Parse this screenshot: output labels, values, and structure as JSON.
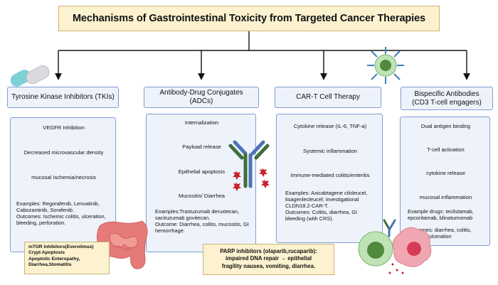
{
  "title": "Mechanisms of Gastrointestinal Toxicity from Targeted Cancer Therapies",
  "columns": [
    {
      "header": "Tyrosine Kinase Inhibitors (TKIs)",
      "steps": [
        "VEGFR Inhibition",
        "Decreased microvascular density",
        "mucosal ischemia/necrosis"
      ],
      "examples": "Examples: Regorafenib, Lenvatinib, Cabozantinib, Sorafenib.",
      "outcomes": "Outcomes: Ischemic colitis, ulceration, bleeding, perforation."
    },
    {
      "header_line1": "Antibody-Drug Conjugates",
      "header_line2": "(ADCs)",
      "steps": [
        "Internalization",
        "Payload release",
        "Epithelial apoptosis",
        "Mucositis/ Diarrhea"
      ],
      "examples": "Examples:Trastuzumab deruxtecan, sacituzumab govitecan.",
      "outcomes": "Outcome: Diarrhea, colitis, mucositis, GI hemorrhage."
    },
    {
      "header": "CAR-T Cell Therapy",
      "steps": [
        "Cytokine release (IL-6, TNF-a)",
        "Systemic inflammation",
        "Immune-mediated colitis/enteritis"
      ],
      "examples": "Examples: Axicabtagene ciloleucel, tisagenlecleucel; investigational CLDN18.2-CAR-T.",
      "outcomes": "Outcomes: Colitis, diarrhea, GI bleeding (with CRS)."
    },
    {
      "header_line1": "Bispecific Antibodies",
      "header_line2": "(CD3 T-cell engagers)",
      "steps": [
        "Dual antigen binding",
        "T-cell activation",
        "cytokine release",
        "mucosal inflammation"
      ],
      "examples": "Example drugs: teclistamab, epcoritamab, blinatumomab",
      "outcomes": "Outcomes: diarrhea, colitis, mucosal ulceration"
    }
  ],
  "mtor_box": {
    "line1": "mTOR Inhibitors(Everolimus)",
    "line2": "Crypt Apoptosis",
    "line3": "Apoptotic Enteropathy,",
    "line4": "Diarrhea,Stomatitis"
  },
  "parp_box": {
    "line1": "PARP inhibitors (olaparib,rucaparib):",
    "line2": "impaired DNA repair → epithelial",
    "line3": "fragility nausea, vomiting, diarrhea."
  },
  "colors": {
    "header_fill": "#eef3fb",
    "header_border": "#7d9cd3",
    "title_fill": "#fdf2cf",
    "antibody_blue": "#4f73b8",
    "antibody_green": "#3f6f3a",
    "payload_red": "#c8202a",
    "intestine_red": "#e67a78"
  }
}
